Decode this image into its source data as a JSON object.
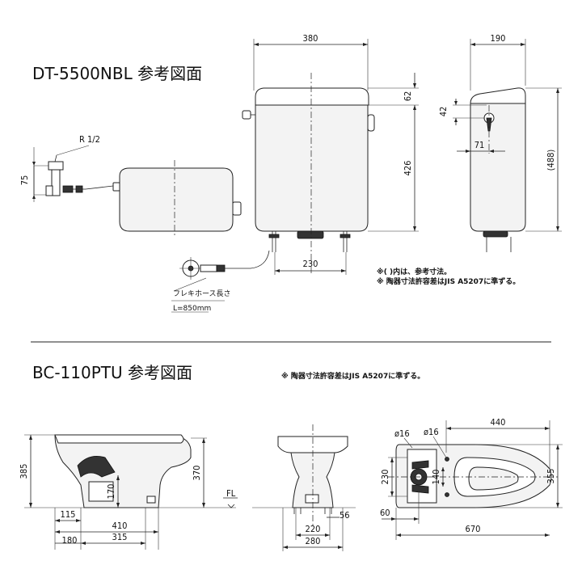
{
  "tank": {
    "title": "DT-5500NBL  参考図面",
    "dims": {
      "width": "380",
      "depth": "190",
      "lid": "62",
      "tank_height": "426",
      "total_ref": "(488)",
      "valve_gap": "75",
      "thread": "R 1/2",
      "bolt_span": "230",
      "side_42": "42",
      "side_71": "71"
    },
    "hose_label": "フレキホース長さ",
    "hose_length": "L=850mm",
    "note1": "※(  )内は、参考寸法。",
    "note2": "※ 陶器寸法許容差はJIS A5207に準ずる。"
  },
  "bowl": {
    "title": "BC-110PTU 参考図面",
    "note": "※ 陶器寸法許容差はJIS A5207に準ずる。",
    "dims": {
      "h385": "385",
      "h370": "370",
      "h170": "170",
      "d115": "115",
      "d410": "410",
      "d180": "180",
      "d315": "315",
      "fl": "FL",
      "w220": "220",
      "w280": "280",
      "w56": "56",
      "phi16a": "ø16",
      "phi16b": "ø16",
      "l440": "440",
      "w355": "355",
      "w230": "230",
      "w140": "140",
      "l60": "60",
      "l670": "670"
    }
  }
}
